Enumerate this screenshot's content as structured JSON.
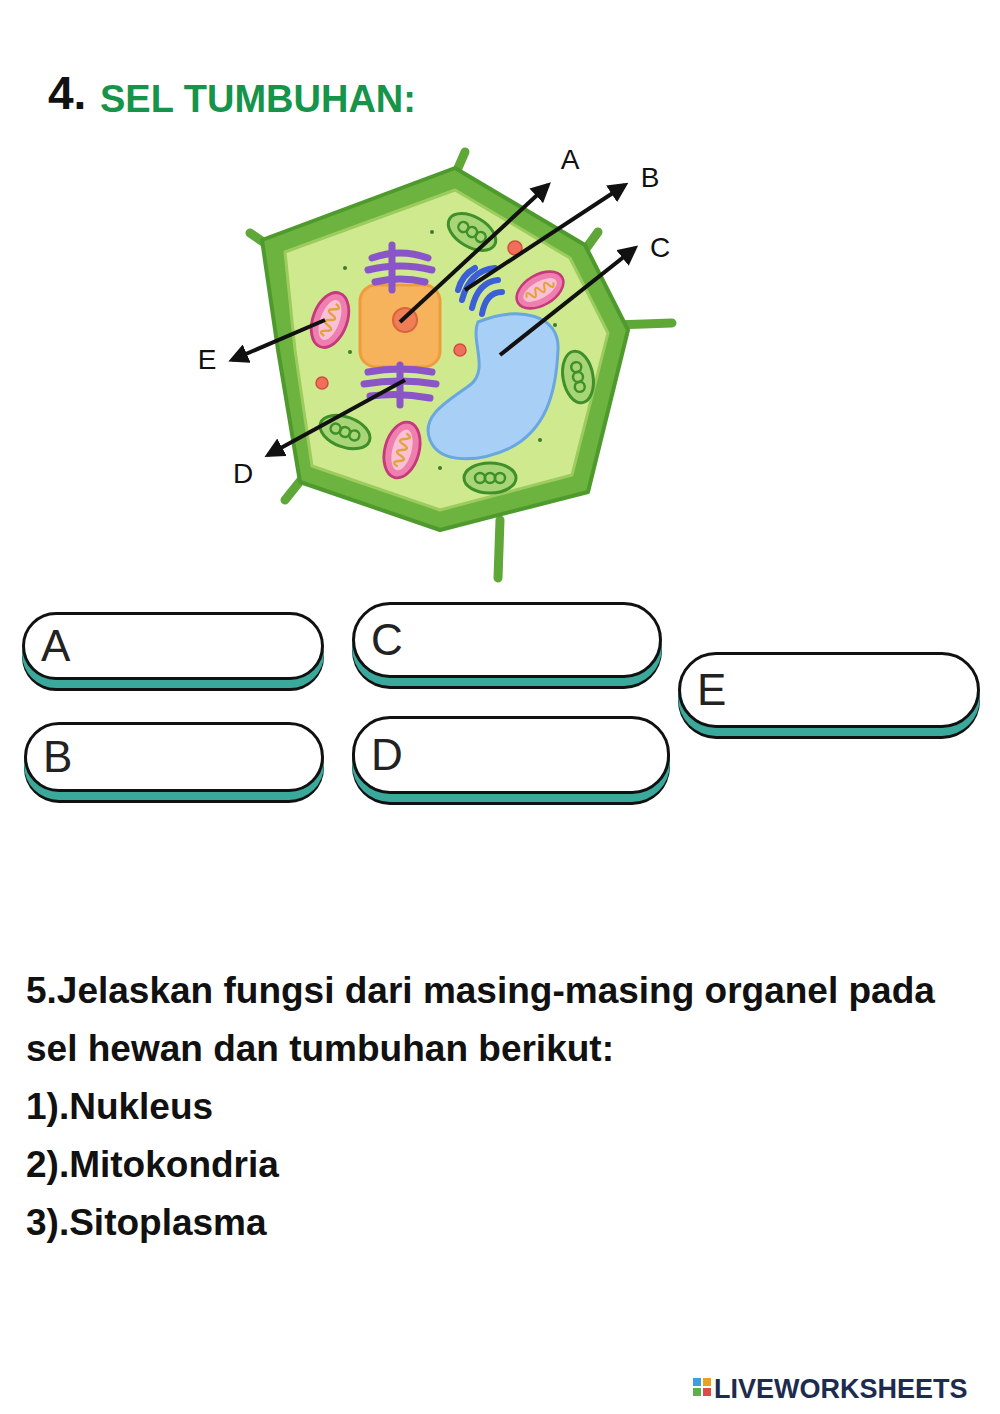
{
  "diagram": {
    "title": "SEL TUMBUHAN:",
    "nodes": [
      {
        "text": [
          "A"
        ]
      },
      {
        "text": [
          "C"
        ]
      },
      {
        "text": [
          "E"
        ]
      },
      {
        "text": [
          "B"
        ]
      },
      {
        "text": [
          "D"
        ]
      }
    ],
    "labels": [
      "4.",
      "A",
      "B",
      "C",
      "D",
      "E",
      "5.Jelaskan fungsi dari masing-masing organel pada sel hewan dan tumbuhan berikut:",
      "1).Nukleus",
      "2).Mitokondria",
      "3).Sitoplasma",
      "LIVEWORKSHEETS"
    ]
  }
}
